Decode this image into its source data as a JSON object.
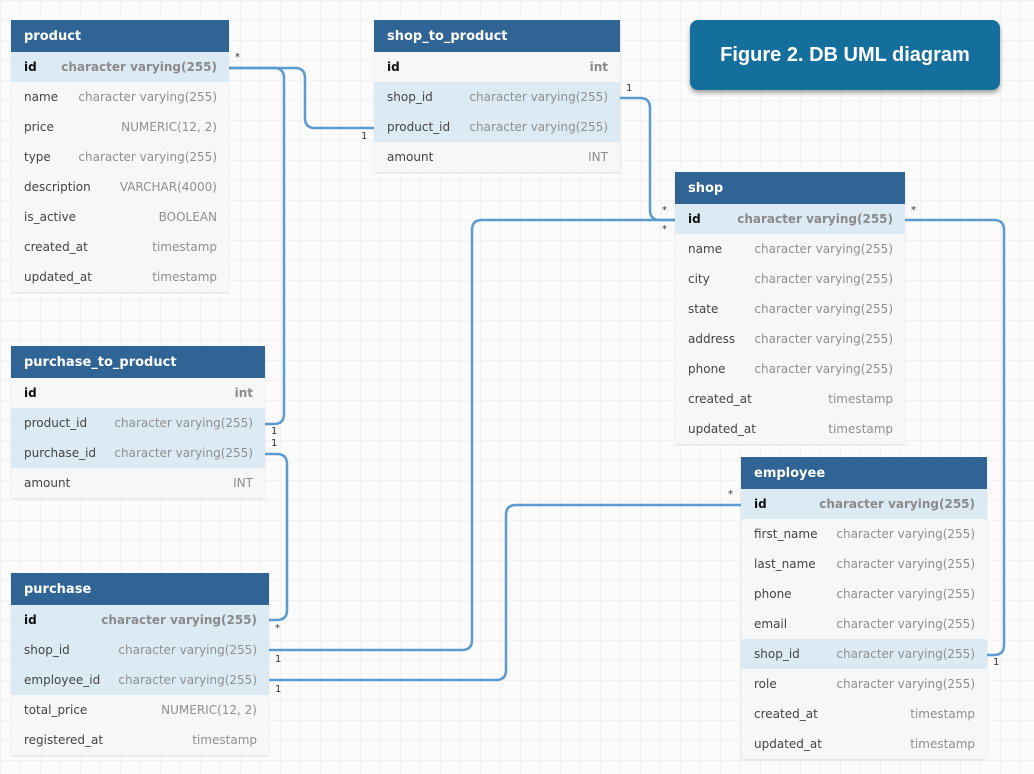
{
  "title": "Figure 2. DB UML diagram",
  "tables": {
    "product": {
      "name": "product",
      "columns": [
        {
          "name": "id",
          "type": "character varying(255)",
          "key": true
        },
        {
          "name": "name",
          "type": "character varying(255)"
        },
        {
          "name": "price",
          "type": "NUMERIC(12, 2)"
        },
        {
          "name": "type",
          "type": "character varying(255)"
        },
        {
          "name": "description",
          "type": "VARCHAR(4000)"
        },
        {
          "name": "is_active",
          "type": "BOOLEAN"
        },
        {
          "name": "created_at",
          "type": "timestamp"
        },
        {
          "name": "updated_at",
          "type": "timestamp"
        }
      ]
    },
    "shop_to_product": {
      "name": "shop_to_product",
      "columns": [
        {
          "name": "id",
          "type": "int",
          "key": true
        },
        {
          "name": "shop_id",
          "type": "character varying(255)"
        },
        {
          "name": "product_id",
          "type": "character varying(255)"
        },
        {
          "name": "amount",
          "type": "INT"
        }
      ]
    },
    "shop": {
      "name": "shop",
      "columns": [
        {
          "name": "id",
          "type": "character varying(255)",
          "key": true
        },
        {
          "name": "name",
          "type": "character varying(255)"
        },
        {
          "name": "city",
          "type": "character varying(255)"
        },
        {
          "name": "state",
          "type": "character varying(255)"
        },
        {
          "name": "address",
          "type": "character varying(255)"
        },
        {
          "name": "phone",
          "type": "character varying(255)"
        },
        {
          "name": "created_at",
          "type": "timestamp"
        },
        {
          "name": "updated_at",
          "type": "timestamp"
        }
      ]
    },
    "purchase_to_product": {
      "name": "purchase_to_product",
      "columns": [
        {
          "name": "id",
          "type": "int",
          "key": true
        },
        {
          "name": "product_id",
          "type": "character varying(255)"
        },
        {
          "name": "purchase_id",
          "type": "character varying(255)"
        },
        {
          "name": "amount",
          "type": "INT"
        }
      ]
    },
    "purchase": {
      "name": "purchase",
      "columns": [
        {
          "name": "id",
          "type": "character varying(255)",
          "key": true
        },
        {
          "name": "shop_id",
          "type": "character varying(255)"
        },
        {
          "name": "employee_id",
          "type": "character varying(255)"
        },
        {
          "name": "total_price",
          "type": "NUMERIC(12, 2)"
        },
        {
          "name": "registered_at",
          "type": "timestamp"
        }
      ]
    },
    "employee": {
      "name": "employee",
      "columns": [
        {
          "name": "id",
          "type": "character varying(255)",
          "key": true
        },
        {
          "name": "first_name",
          "type": "character varying(255)"
        },
        {
          "name": "last_name",
          "type": "character varying(255)"
        },
        {
          "name": "phone",
          "type": "character varying(255)"
        },
        {
          "name": "email",
          "type": "character varying(255)"
        },
        {
          "name": "shop_id",
          "type": "character varying(255)"
        },
        {
          "name": "role",
          "type": "character varying(255)"
        },
        {
          "name": "created_at",
          "type": "timestamp"
        },
        {
          "name": "updated_at",
          "type": "timestamp"
        }
      ]
    }
  },
  "cardinality": {
    "many": "*",
    "one": "1"
  },
  "colors": {
    "header": "#2f6494",
    "connector": "#5b9bd0",
    "highlight": "#dceaf4",
    "title_card": "#156f9c"
  }
}
